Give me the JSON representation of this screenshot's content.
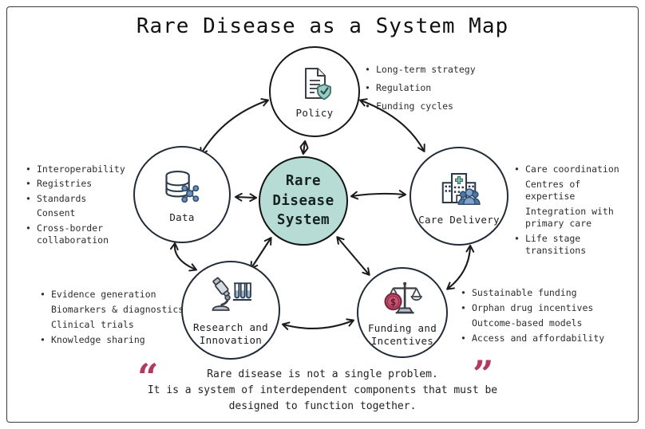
{
  "title": "Rare Disease as a System Map",
  "center": {
    "label": "Rare\nDisease\nSystem"
  },
  "nodes": {
    "policy": {
      "label": "Policy",
      "icon": "policy-document-shield-check-icon",
      "bullets": [
        {
          "text": "Long-term strategy",
          "bullet": true
        },
        {
          "text": "Regulation",
          "bullet": true
        },
        {
          "text": "Funding cycles",
          "bullet": true
        }
      ]
    },
    "data": {
      "label": "Data",
      "icon": "database-network-icon",
      "bullets": [
        {
          "text": "Interoperability",
          "bullet": true
        },
        {
          "text": "Registries",
          "bullet": true
        },
        {
          "text": "Standards",
          "bullet": true
        },
        {
          "text": "Consent",
          "bullet": false
        },
        {
          "text": "Cross-border collaboration",
          "bullet": true
        }
      ]
    },
    "care": {
      "label": "Care Delivery",
      "icon": "hospital-people-icon",
      "bullets": [
        {
          "text": "Care coordination",
          "bullet": true
        },
        {
          "text": "Centres of expertise",
          "bullet": false
        },
        {
          "text": "Integration with primary care",
          "bullet": false
        },
        {
          "text": "Life stage transitions",
          "bullet": true
        }
      ]
    },
    "research": {
      "label": "Research and\nInnovation",
      "icon": "microscope-test-tubes-icon",
      "bullets": [
        {
          "text": "Evidence generation",
          "bullet": true
        },
        {
          "text": "Biomarkers & diagnostics",
          "bullet": false
        },
        {
          "text": "Clinical trials",
          "bullet": false
        },
        {
          "text": "Knowledge sharing",
          "bullet": true
        }
      ]
    },
    "funding": {
      "label": "Funding and\nIncentives",
      "icon": "balance-scale-dollar-coin-icon",
      "bullets": [
        {
          "text": "Sustainable funding",
          "bullet": true
        },
        {
          "text": "Orphan drug incentives",
          "bullet": true
        },
        {
          "text": "Outcome-based models",
          "bullet": false
        },
        {
          "text": "Access and affordability",
          "bullet": true
        }
      ]
    }
  },
  "quote": {
    "open_mark": "“",
    "close_mark": "”",
    "text": "Rare disease is not a single problem.\nIt is a system of interdependent components that must be\ndesigned to function together."
  },
  "colors": {
    "center_fill": "#b7dcd6",
    "accent_teal": "#9ccbc4",
    "accent_blue": "#6d8fba",
    "accent_crimson": "#c9566f",
    "quote_mark": "#b23a5e",
    "ink": "#1b1b1b"
  }
}
